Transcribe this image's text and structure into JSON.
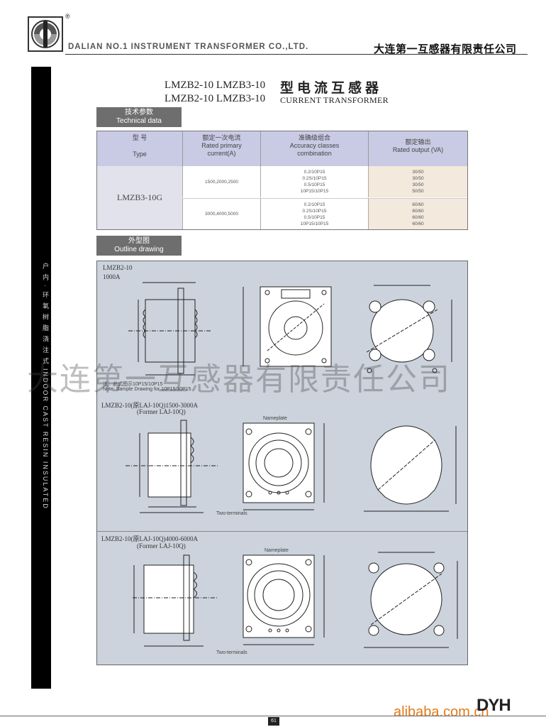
{
  "header": {
    "company_en": "DALIAN NO.1 INSTRUMENT TRANSFORMER CO.,LTD.",
    "company_cn": "大连第一互感器有限责任公司",
    "registered_mark": "®"
  },
  "sidebar": {
    "text": "户 内 · 环 氧 树 脂 浇 注 式 INDOOR CAST RESIN INSULATED"
  },
  "title": {
    "models_1": "LMZB2-10 LMZB3-10",
    "product_cn": "型电流互感器",
    "models_2": "LMZB2-10 LMZB3-10",
    "product_en": "CURRENT TRANSFORMER"
  },
  "sections": {
    "technical": {
      "cn": "技术参数",
      "en": "Technical data"
    },
    "outline": {
      "cn": "外型图",
      "en": "Outline drawing"
    }
  },
  "table": {
    "headers": {
      "type_cn": "型    号",
      "type_en": "Type",
      "current_cn": "额定一次电流",
      "current_en": "Rated primary current(A)",
      "accuracy_cn": "准确级组合",
      "accuracy_en": "Accuracy classes combination",
      "output_cn": "额定输出",
      "output_en": "Rated output (VA)"
    },
    "type": "LMZB3-10G",
    "rows": [
      {
        "current": "1500,2000,2500",
        "accuracy": [
          "0.2/10P15",
          "0.2S/10P15",
          "0.5/10P15",
          "10P15/10P15"
        ],
        "output": [
          "30/50",
          "30/50",
          "30/50",
          "50/50"
        ]
      },
      {
        "current": "3000,4000,5000",
        "accuracy": [
          "0.2/10P15",
          "0.2S/10P15",
          "0.5/10P15",
          "10P15/10P15"
        ],
        "output": [
          "60/60",
          "60/60",
          "60/60",
          "60/60"
        ]
      }
    ]
  },
  "drawings": {
    "label_1": "LMZB2-10",
    "label_1b": "1000A",
    "note_1": "注：此式图示10P15/10P15",
    "note_1_en": "Note: Sample Drawing for 10P15/10P15",
    "label_2": "LMZB2-10(原LAJ-10Q)1500-3000A",
    "label_2b": "(Former LAJ-10Q)",
    "label_3": "LMZB2-10(原LAJ-10Q)4000-6000A",
    "label_3b": "(Former LAJ-10Q)",
    "nameplate": "Nameplate",
    "terminals": "Two-terminals"
  },
  "watermark": "大连第一互感器有限责任公司",
  "footer": {
    "brand": "DYH",
    "site": "alibaba.com.cn",
    "page": "61"
  }
}
